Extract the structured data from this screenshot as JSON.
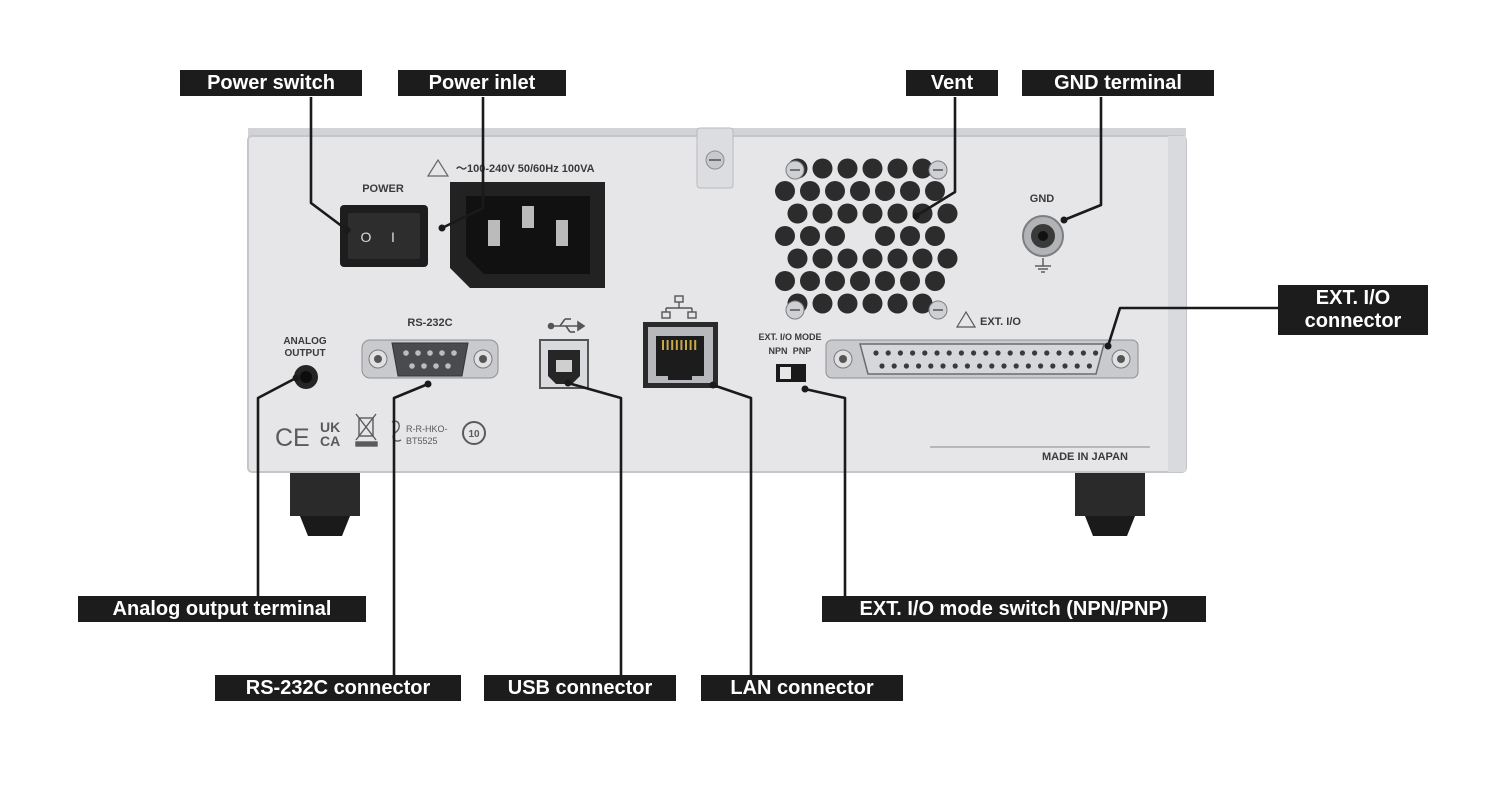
{
  "callouts": {
    "power_switch": "Power switch",
    "power_inlet": "Power inlet",
    "vent": "Vent",
    "gnd_terminal": "GND terminal",
    "ext_io_connector_line1": "EXT. I/O",
    "ext_io_connector_line2": "connector",
    "analog_output_terminal": "Analog output terminal",
    "ext_io_mode_switch": "EXT. I/O mode switch (NPN/PNP)",
    "rs232c_connector": "RS-232C connector",
    "usb_connector": "USB connector",
    "lan_connector": "LAN connector"
  },
  "panel": {
    "power": "POWER",
    "switch_off": "O",
    "switch_on": "I",
    "inlet_rating": "～100-240V 50/60Hz 100VA",
    "rs232c": "RS-232C",
    "analog_line1": "ANALOG",
    "analog_line2": "OUTPUT",
    "gnd": "GND",
    "ext_io": "EXT. I/O",
    "mode_title": "EXT. I/O MODE",
    "mode_npn": "NPN",
    "mode_pnp": "PNP",
    "made_in": "MADE IN JAPAN",
    "mark_ce": "CE",
    "mark_ukca_1": "UK",
    "mark_ukca_2": "CA",
    "kc_line1": "R-R-HKO-",
    "kc_line2": "BT5525",
    "recycle_mark": "10"
  },
  "colors": {
    "callout_bg": "#1c1c1c",
    "panel": "#e6e6e8",
    "leader": "#1a1a1a"
  }
}
